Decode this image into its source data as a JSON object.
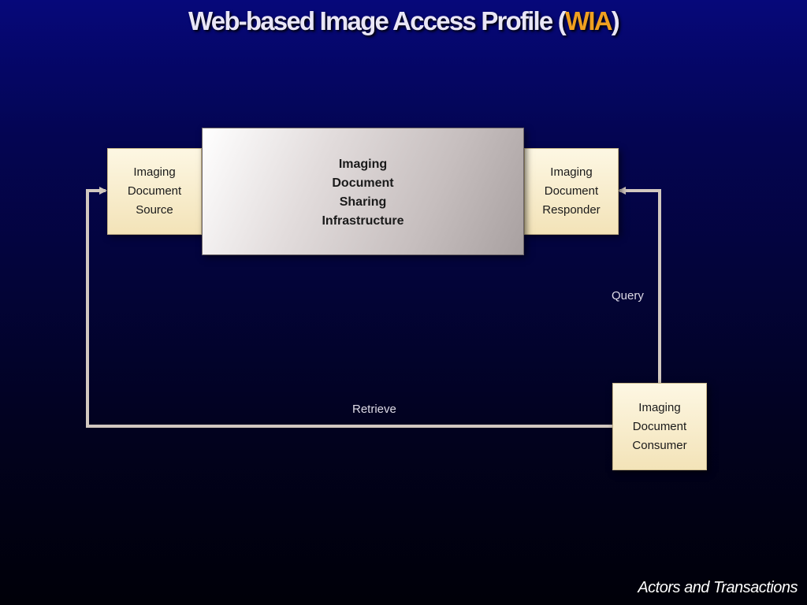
{
  "slide": {
    "title_main": "Web-based Image Access Profile (",
    "title_accent": "WIA",
    "title_close": ")",
    "subtitle": "Actors and Transactions",
    "accent_color": "#f0a020"
  },
  "actors": {
    "source": "Imaging\nDocument\nSource",
    "infrastructure": "Imaging\nDocument\nSharing\nInfrastructure",
    "responder": "Imaging\nDocument\nResponder",
    "consumer": "Imaging\nDocument\nConsumer"
  },
  "transactions": {
    "query": "Query",
    "retrieve": "Retrieve"
  }
}
